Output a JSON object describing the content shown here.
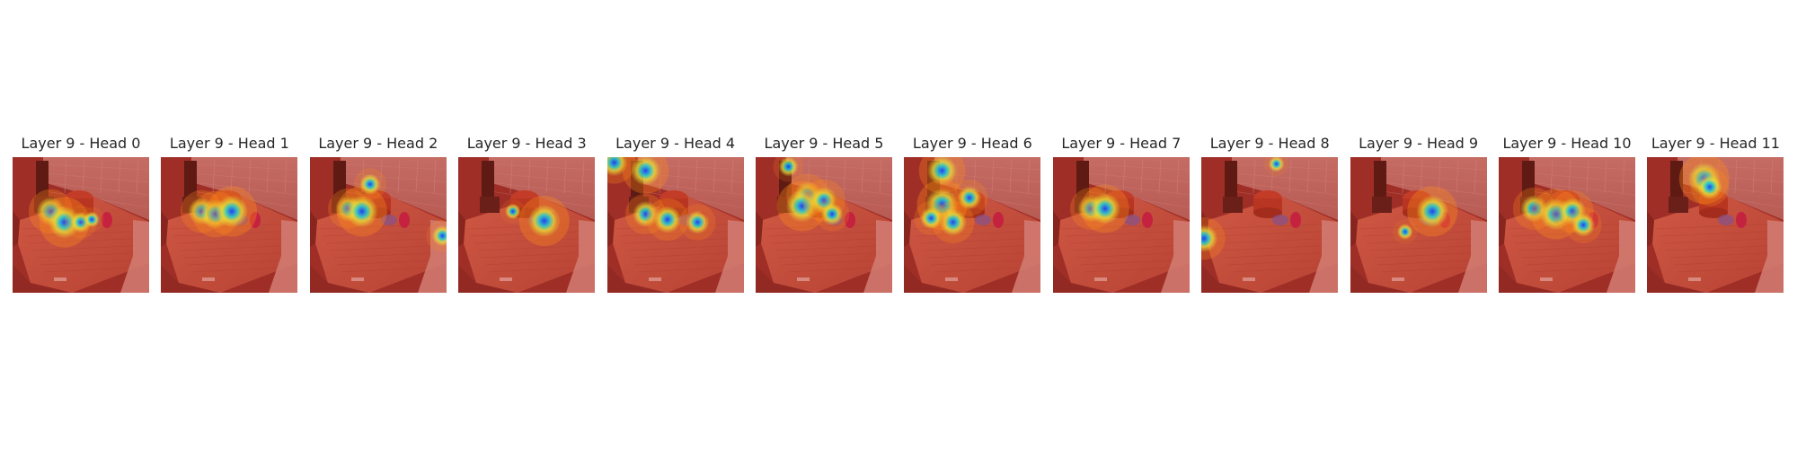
{
  "panels": [
    {
      "title": "Layer 9 - Head 0",
      "blobs": [
        [
          0.28,
          0.4,
          0.85
        ],
        [
          0.38,
          0.48,
          1.0
        ],
        [
          0.5,
          0.48,
          0.55
        ],
        [
          0.58,
          0.46,
          0.35
        ]
      ]
    },
    {
      "title": "Layer 9 - Head 1",
      "blobs": [
        [
          0.3,
          0.4,
          0.8
        ],
        [
          0.4,
          0.42,
          0.9
        ],
        [
          0.52,
          0.4,
          1.0
        ]
      ]
    },
    {
      "title": "Layer 9 - Head 2",
      "blobs": [
        [
          0.28,
          0.38,
          0.75
        ],
        [
          0.38,
          0.4,
          1.0
        ],
        [
          0.44,
          0.2,
          0.55
        ],
        [
          0.97,
          0.58,
          0.55
        ]
      ]
    },
    {
      "title": "Layer 9 - Head 3",
      "blobs": [
        [
          0.63,
          0.47,
          1.0
        ],
        [
          0.4,
          0.4,
          0.35
        ]
      ]
    },
    {
      "title": "Layer 9 - Head 4",
      "blobs": [
        [
          0.05,
          0.04,
          0.8
        ],
        [
          0.28,
          0.1,
          0.9
        ],
        [
          0.28,
          0.42,
          0.75
        ],
        [
          0.44,
          0.46,
          0.8
        ],
        [
          0.66,
          0.48,
          0.65
        ]
      ]
    },
    {
      "title": "Layer 9 - Head 5",
      "blobs": [
        [
          0.24,
          0.07,
          0.5
        ],
        [
          0.38,
          0.28,
          0.8
        ],
        [
          0.34,
          0.36,
          1.0
        ],
        [
          0.5,
          0.32,
          0.8
        ],
        [
          0.56,
          0.42,
          0.6
        ]
      ]
    },
    {
      "title": "Layer 9 - Head 6",
      "blobs": [
        [
          0.28,
          0.1,
          0.9
        ],
        [
          0.28,
          0.35,
          1.0
        ],
        [
          0.36,
          0.48,
          0.8
        ],
        [
          0.48,
          0.3,
          0.65
        ],
        [
          0.2,
          0.45,
          0.6
        ]
      ]
    },
    {
      "title": "Layer 9 - Head 7",
      "blobs": [
        [
          0.28,
          0.38,
          0.8
        ],
        [
          0.38,
          0.38,
          0.95
        ]
      ]
    },
    {
      "title": "Layer 9 - Head 8",
      "blobs": [
        [
          0.02,
          0.6,
          0.8
        ],
        [
          0.55,
          0.05,
          0.35
        ]
      ]
    },
    {
      "title": "Layer 9 - Head 9",
      "blobs": [
        [
          0.6,
          0.4,
          1.0
        ],
        [
          0.4,
          0.55,
          0.35
        ]
      ]
    },
    {
      "title": "Layer 9 - Head 10",
      "blobs": [
        [
          0.26,
          0.38,
          0.8
        ],
        [
          0.42,
          0.42,
          1.0
        ],
        [
          0.54,
          0.4,
          0.8
        ],
        [
          0.62,
          0.5,
          0.65
        ]
      ]
    },
    {
      "title": "Layer 9 - Head 11",
      "blobs": [
        [
          0.42,
          0.16,
          1.0
        ],
        [
          0.46,
          0.22,
          0.7
        ]
      ]
    }
  ]
}
